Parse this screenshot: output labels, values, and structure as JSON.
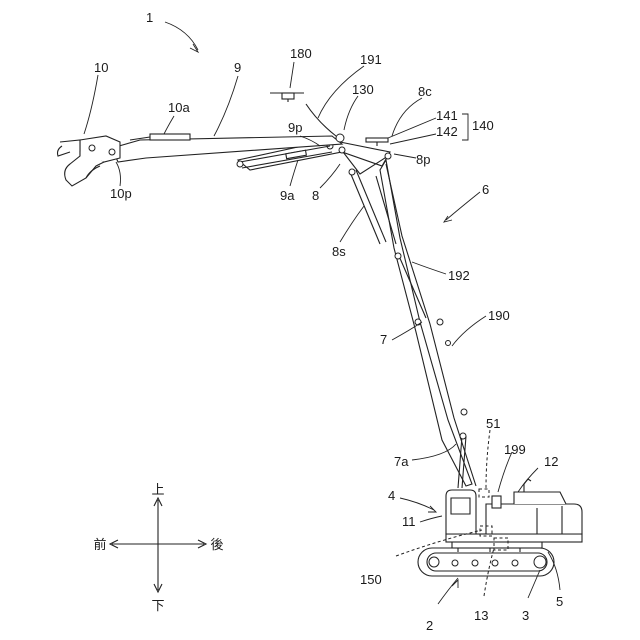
{
  "labels": {
    "machine": "1",
    "undercarriage": "2",
    "crawler": "3",
    "upper_body": "4",
    "counterweight_ref": "5",
    "front_device": "6",
    "boom": "7",
    "boom_cylinder": "7a",
    "arm": "8",
    "arm_cylinder": "8s",
    "arm_pin": "8p",
    "arm_link": "8c",
    "extension_arm": "9",
    "extension_cylinder": "9a",
    "extension_pin": "9p",
    "attachment": "10",
    "attachment_cylinder": "10a",
    "attachment_pin": "10p",
    "cab": "11",
    "engine_room": "12",
    "swing_device": "13",
    "sensor_130": "130",
    "sensor_141": "141",
    "sensor_142": "142",
    "group_140": "140",
    "controller_150": "150",
    "drone_180": "180",
    "hose_190": "190",
    "hose_191": "191",
    "hose_192": "192",
    "unit_199": "199",
    "ref_51": "51"
  },
  "directions": {
    "up": "上",
    "down": "下",
    "front": "前",
    "back": "後"
  },
  "colors": {
    "line": "#222222",
    "text": "#1a1a1a",
    "background": "#ffffff"
  }
}
